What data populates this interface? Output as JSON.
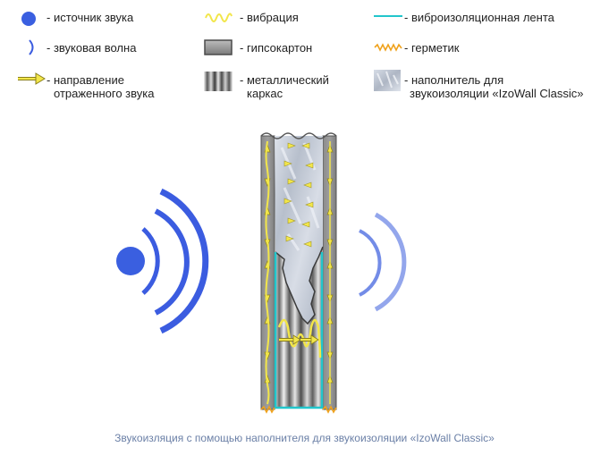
{
  "legend": {
    "sound_source": "- источник звука",
    "vibration": "- вибрация",
    "vibro_tape": "- виброизоляционная лента",
    "sound_wave": "- звуковая волна",
    "drywall": "- гипсокартон",
    "sealant": "- герметик",
    "reflected_line1": "- направление",
    "reflected_line2": "отраженного звука",
    "frame_line1": "- металлический",
    "frame_line2": "каркас",
    "filler_line1": "- наполнитель для",
    "filler_line2": "звукоизоляции «IzoWall Classic»"
  },
  "caption": "Звукоизляция с помощью наполнителя для звукоизоляции «IzoWall Classic»",
  "colors": {
    "source_blue": "#3a5fe0",
    "wave_blue": "#3b5ce0",
    "vibration_yellow": "#f2e64a",
    "tape_cyan": "#22c6cc",
    "sealant_orange": "#f0a21c",
    "drywall_gray": "#9a9a9a",
    "caption_color": "#6a7fa6"
  },
  "icons": {
    "source": "blue-dot-icon",
    "wave": "wave-arc-icon",
    "arrow": "yellow-arrow-icon",
    "vibration": "vibration-icon",
    "drywall": "drywall-icon",
    "frame": "metal-frame-icon",
    "tape": "cyan-line-icon",
    "sealant": "orange-zigzag-icon",
    "filler": "filler-icon"
  }
}
